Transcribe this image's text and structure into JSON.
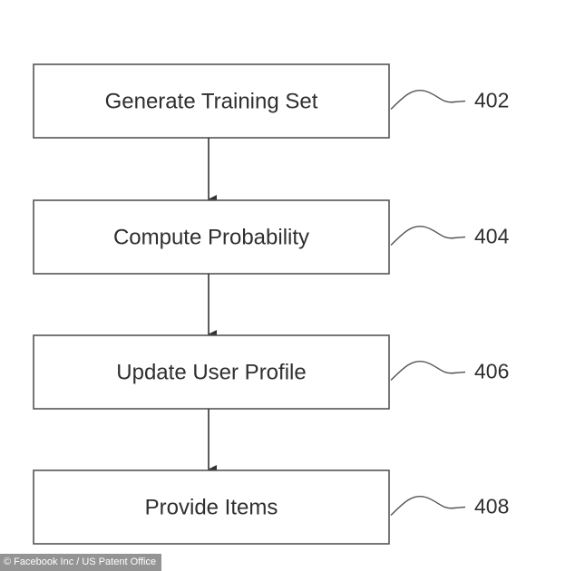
{
  "colors": {
    "stroke": "#555555",
    "text": "#2f2f2f",
    "box_fill": "#ffffff"
  },
  "steps": [
    {
      "label": "Generate Training Set",
      "ref": "402"
    },
    {
      "label": "Compute Probability",
      "ref": "404"
    },
    {
      "label": "Update User Profile",
      "ref": "406"
    },
    {
      "label": "Provide Items",
      "ref": "408"
    }
  ],
  "credit": "© Facebook Inc / US Patent Office"
}
